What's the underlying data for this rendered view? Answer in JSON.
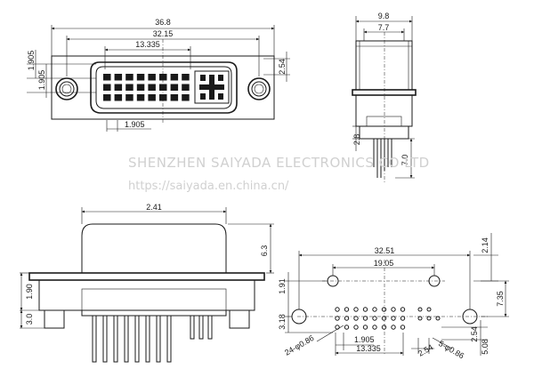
{
  "watermark": {
    "company": "SHENZHEN SAIYADA ELECTRONICS CO LTD",
    "url": "https://saiyada.en.china.cn/"
  },
  "front_view": {
    "overall_width": "36.8",
    "flange_span": "32.15",
    "pin_field_width": "13.335",
    "row_pitch_left": "1.905",
    "row_pitch_left_2": "1.905",
    "pin_pitch_bottom": "1.905",
    "right_height": "2.54"
  },
  "side_view": {
    "width": "9.8",
    "inner_width": "7.7",
    "bottom_a": "2.8",
    "bottom_b": "7.0"
  },
  "bottom_view": {
    "shell_width": "2.41",
    "shell_height": "6.3",
    "body_height": "1.90",
    "lower_height": "3.0"
  },
  "footprint": {
    "overall": "32.51",
    "mount_span": "19.05",
    "top_offset": "2.14",
    "left_top": "1.91",
    "left_low": "3.18",
    "right_height": "7.35",
    "pitch": "1.905",
    "pin_span": "13.335",
    "pitch_b": "2.54",
    "right_a": "2.54",
    "right_b": "5.08",
    "hole_main": "24-φ0.86",
    "hole_aux": "5-φ0.86"
  }
}
